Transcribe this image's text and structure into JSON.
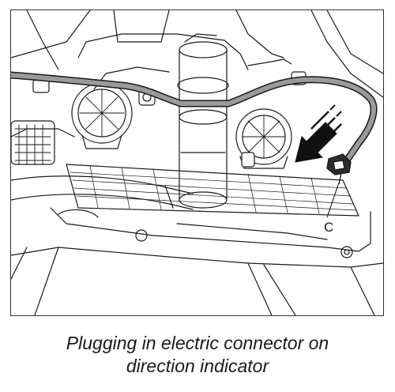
{
  "callout": {
    "label": "C"
  },
  "caption": {
    "line1": "Plugging in electric connector on",
    "line2": "direction indicator"
  },
  "colors": {
    "ink": "#1a1a1a",
    "harness_fill": "#9a9a9a",
    "arrow_fill": "#111111"
  },
  "icons": {
    "direction_arrow": "bold-diagonal-arrow",
    "connector": "electric-connector"
  }
}
